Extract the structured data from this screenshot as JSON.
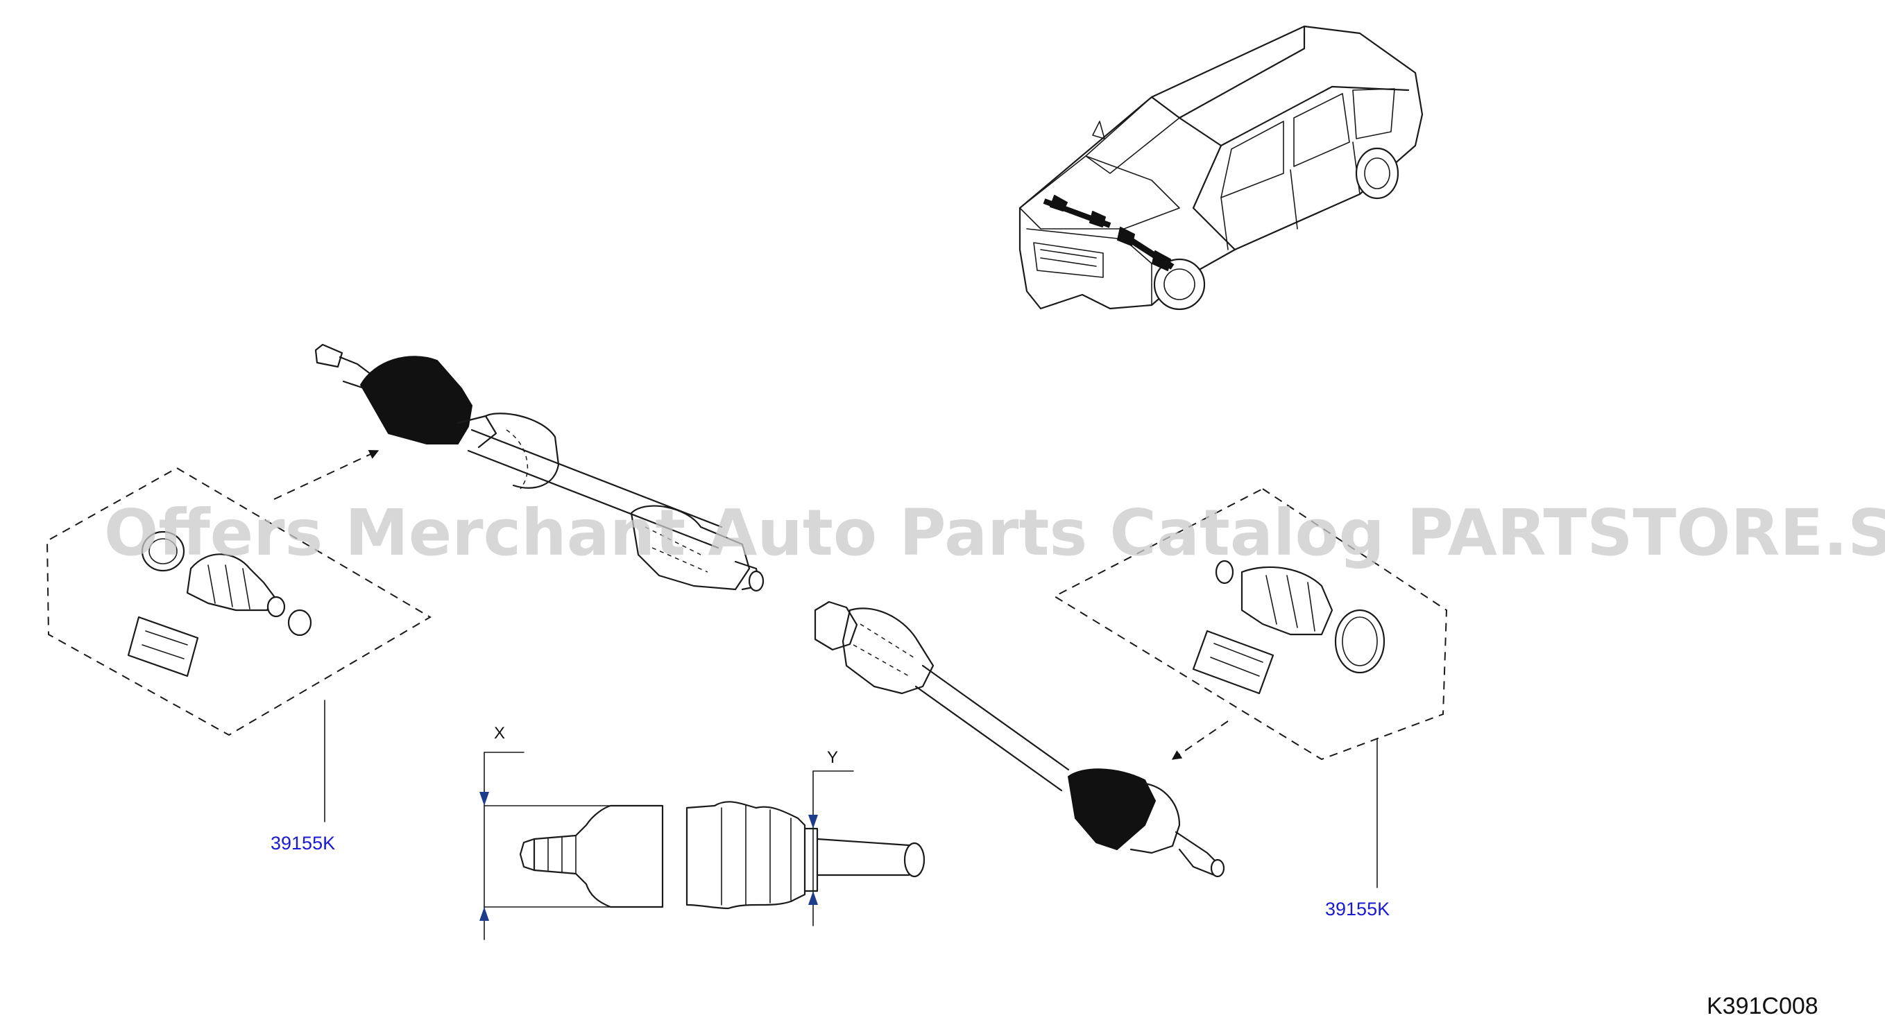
{
  "watermark": "Offers Merchant Auto Parts Catalog PARTSTORE.SA",
  "callouts": {
    "left_kit": "39155K",
    "right_kit": "39155K"
  },
  "detail_labels": {
    "x": "X",
    "y": "Y"
  },
  "diagram_code": "K391C008",
  "colors": {
    "callout": "#1a1ad0",
    "marker_arrow": "#1e3c8c",
    "line": "#1a1a1a"
  }
}
